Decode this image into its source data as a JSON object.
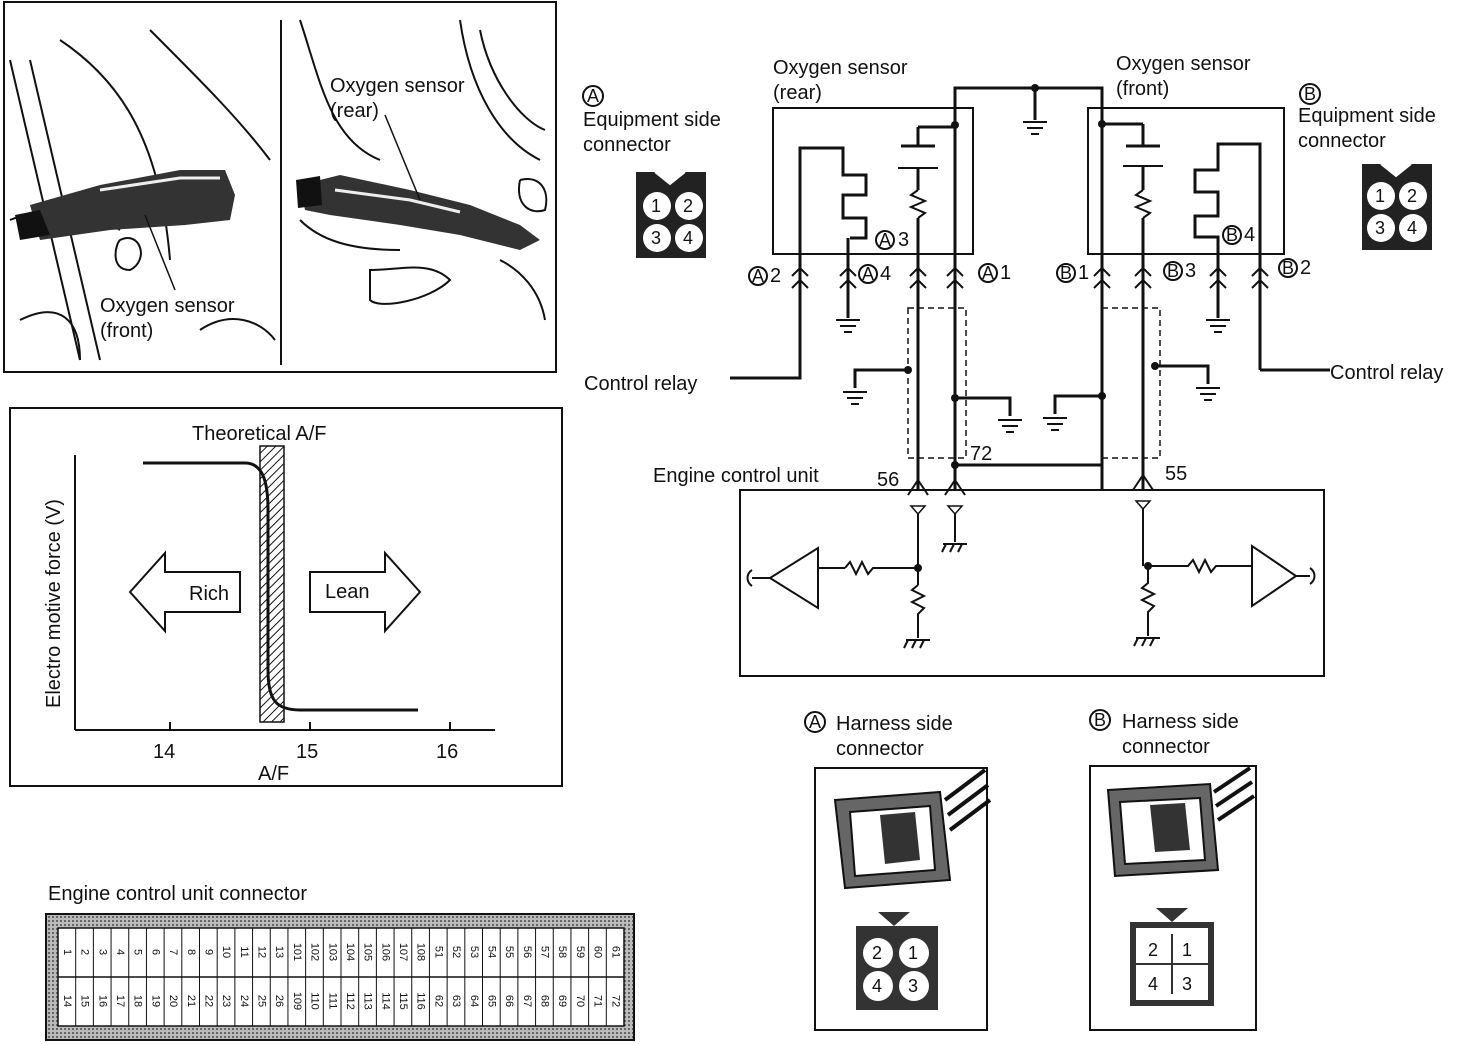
{
  "photo": {
    "left_label_line1": "Oxygen sensor",
    "left_label_line2": "(front)",
    "right_label_line1": "Oxygen sensor",
    "right_label_line2": "(rear)"
  },
  "graph": {
    "theoretical_label": "Theoretical A/F",
    "ylabel": "Electro motive force (V)",
    "xlabel": "A/F",
    "ticks": [
      "14",
      "15",
      "16"
    ],
    "rich_label": "Rich",
    "lean_label": "Lean"
  },
  "ecu_connector": {
    "title": "Engine control unit connector",
    "top_row": [
      "1",
      "2",
      "3",
      "4",
      "5",
      "6",
      "7",
      "8",
      "9",
      "10",
      "11",
      "12",
      "13",
      "101",
      "102",
      "103",
      "104",
      "105",
      "106",
      "107",
      "108",
      "51",
      "52",
      "53",
      "54",
      "55",
      "56",
      "57",
      "58",
      "59",
      "60",
      "61"
    ],
    "bottom_row": [
      "14",
      "15",
      "16",
      "17",
      "18",
      "19",
      "20",
      "21",
      "22",
      "23",
      "24",
      "25",
      "26",
      "109",
      "110",
      "111",
      "112",
      "113",
      "114",
      "115",
      "116",
      "62",
      "63",
      "64",
      "65",
      "66",
      "67",
      "68",
      "69",
      "70",
      "71",
      "72"
    ]
  },
  "schematic": {
    "equip_a_line1": "Equipment side",
    "equip_a_line2": "connector",
    "equip_b_line1": "Equipment side",
    "equip_b_line2": "connector",
    "badge_a": "A",
    "badge_b": "B",
    "sensor_rear_line1": "Oxygen sensor",
    "sensor_rear_line2": "(rear)",
    "sensor_front_line1": "Oxygen sensor",
    "sensor_front_line2": "(front)",
    "pin_a2": "2",
    "pin_a4": "4",
    "pin_a3": "3",
    "pin_a1": "1",
    "pin_b1": "1",
    "pin_b3": "3",
    "pin_b4": "4",
    "pin_b2": "2",
    "control_relay_left": "Control relay",
    "control_relay_right": "Control relay",
    "ecu_label": "Engine control unit",
    "term_56": "56",
    "term_72": "72",
    "term_55": "55",
    "equip_pins": [
      "1",
      "2",
      "3",
      "4"
    ]
  },
  "harness": {
    "a_line1": "Harness side",
    "a_line2": "connector",
    "b_line1": "Harness side",
    "b_line2": "connector",
    "a_pins": [
      "2",
      "1",
      "4",
      "3"
    ],
    "b_pins": [
      "2",
      "1",
      "4",
      "3"
    ]
  }
}
